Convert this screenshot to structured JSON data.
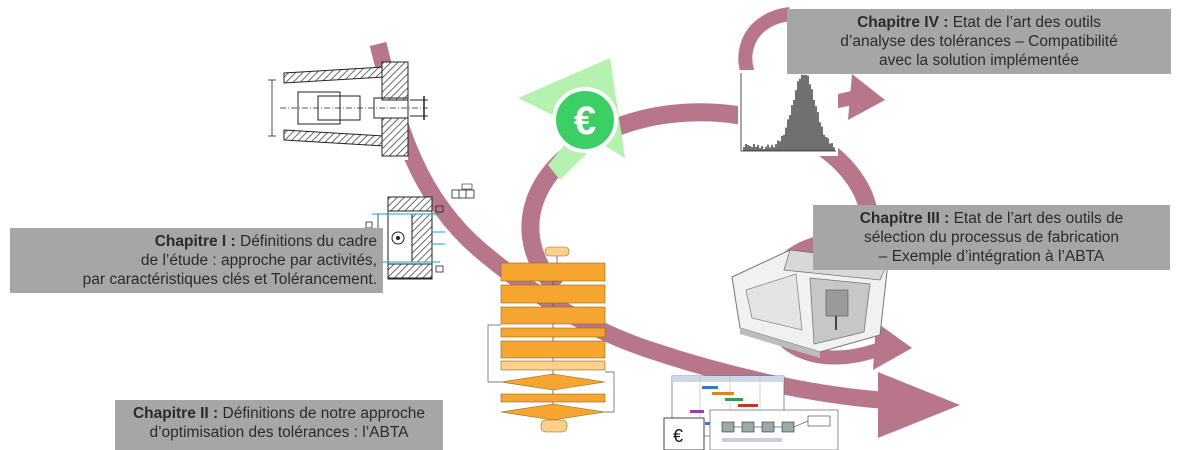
{
  "colors": {
    "arrow": "#b8768a",
    "euro_arrow": "#b5f2b0",
    "euro_circle": "#3ccf66",
    "caption_bg": "#a6a6a6",
    "flow_box": "#f6a630",
    "flow_box_light": "#fbd08a",
    "hatch": "#555555"
  },
  "icons": {
    "euro": "€",
    "euro_small": "€"
  },
  "chapters": {
    "ch1": {
      "title": "Chapitre I :",
      "line1": " Définitions du cadre",
      "line2": "de l’étude : approche par activités,",
      "line3": "par caractéristiques clés et Tolérancement."
    },
    "ch2": {
      "title": "Chapitre II :",
      "line1": " Définitions de notre approche",
      "line2": "d’optimisation des tolérances : l’ABTA"
    },
    "ch3": {
      "title": "Chapitre III :",
      "line1": " Etat de l’art des outils de",
      "line2": "sélection du processus de fabrication",
      "line3": "– Exemple d’intégration à l’ABTA"
    },
    "ch4": {
      "title": "Chapitre IV :",
      "line1": " Etat de l’art des outils",
      "line2": "d’analyse des tolérances – Compatibilité",
      "line3": "avec la solution implémentée"
    }
  }
}
